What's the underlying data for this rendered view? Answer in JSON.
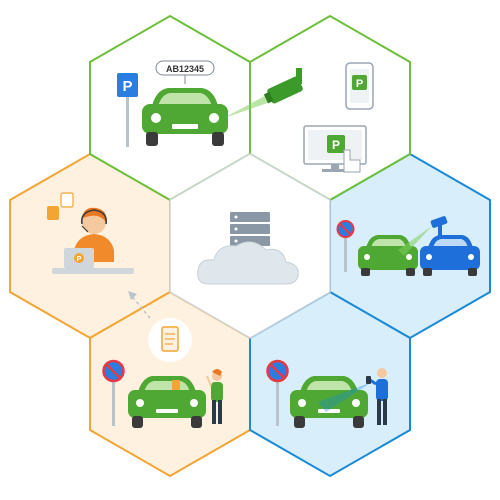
{
  "license_plate": "AB12345",
  "parking_sign_letter": "P",
  "app_letter": "P",
  "monitor_letter": "P",
  "agent_laptop_letter": "P",
  "colors": {
    "green_zone": "#6cbf3a",
    "green_fill": "#ffffff",
    "orange_zone": "#f2a533",
    "orange_fill": "#fff1e0",
    "blue_zone": "#1b8ad6",
    "blue_fill": "#d8eefa",
    "car_green": "#4ea833",
    "car_blue": "#1e6fd9",
    "parking_blue": "#2a7de1"
  },
  "icons": [
    "parking-sign",
    "anpr-camera",
    "mobile-app",
    "payment-terminal",
    "server-cloud",
    "support-agent",
    "ticket",
    "no-parking-sign",
    "warden"
  ]
}
